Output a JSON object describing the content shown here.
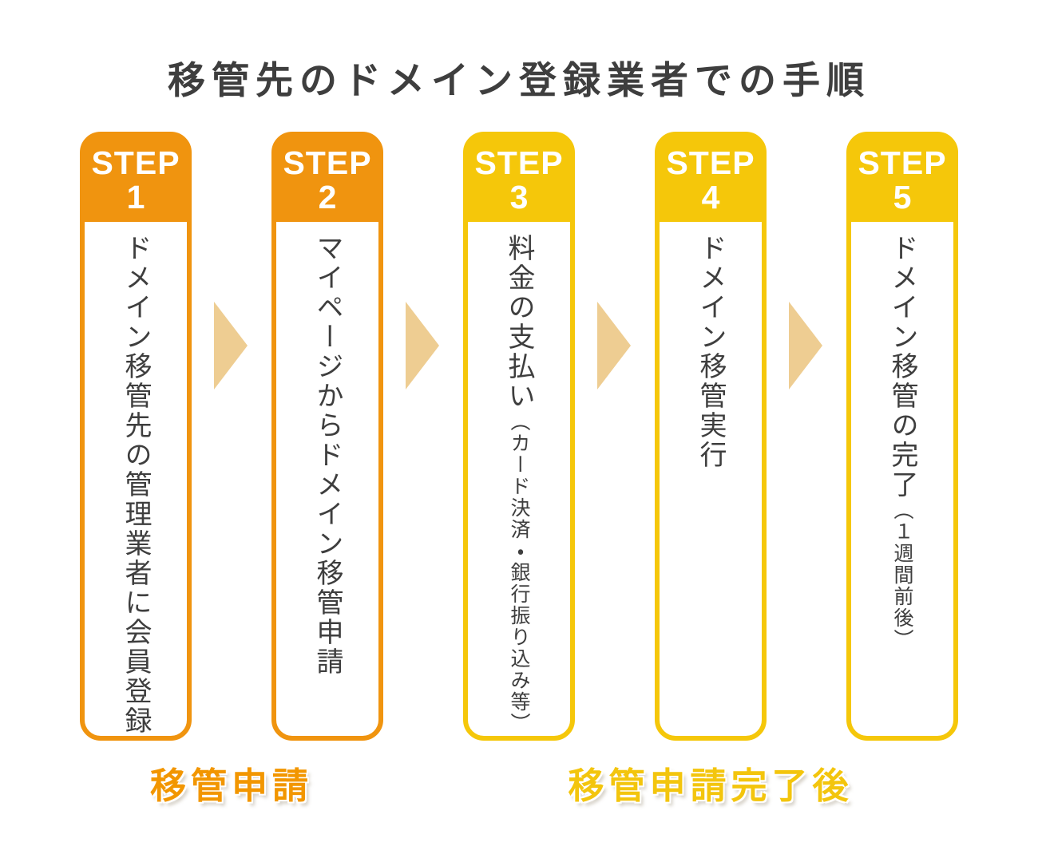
{
  "title": "移管先のドメイン登録業者での手順",
  "colors": {
    "orange": "#F0940F",
    "yellow": "#F5C70A",
    "arrow": "#EECD92",
    "ink": "#3E3E3E",
    "phase-orange": "#F29600",
    "phase-yellow": "#F3C50D"
  },
  "steps": [
    {
      "label": "STEP",
      "number": "1",
      "color": "#F0940F",
      "text": "ドメイン移管先の管理業者に会員登録",
      "note": ""
    },
    {
      "label": "STEP",
      "number": "2",
      "color": "#F0940F",
      "text": "マイページからドメイン移管申請",
      "note": ""
    },
    {
      "label": "STEP",
      "number": "3",
      "color": "#F5C70A",
      "text": "料金の支払い",
      "note": "（カード決済・銀行振り込み等）"
    },
    {
      "label": "STEP",
      "number": "4",
      "color": "#F5C70A",
      "text": "ドメイン移管実行",
      "note": ""
    },
    {
      "label": "STEP",
      "number": "5",
      "color": "#F5C70A",
      "text": "ドメイン移管の完了",
      "note": "（１週間前後）"
    }
  ],
  "phases": [
    {
      "label": "移管申請",
      "color": "#F29600"
    },
    {
      "label": "移管申請完了後",
      "color": "#F3C50D"
    }
  ]
}
